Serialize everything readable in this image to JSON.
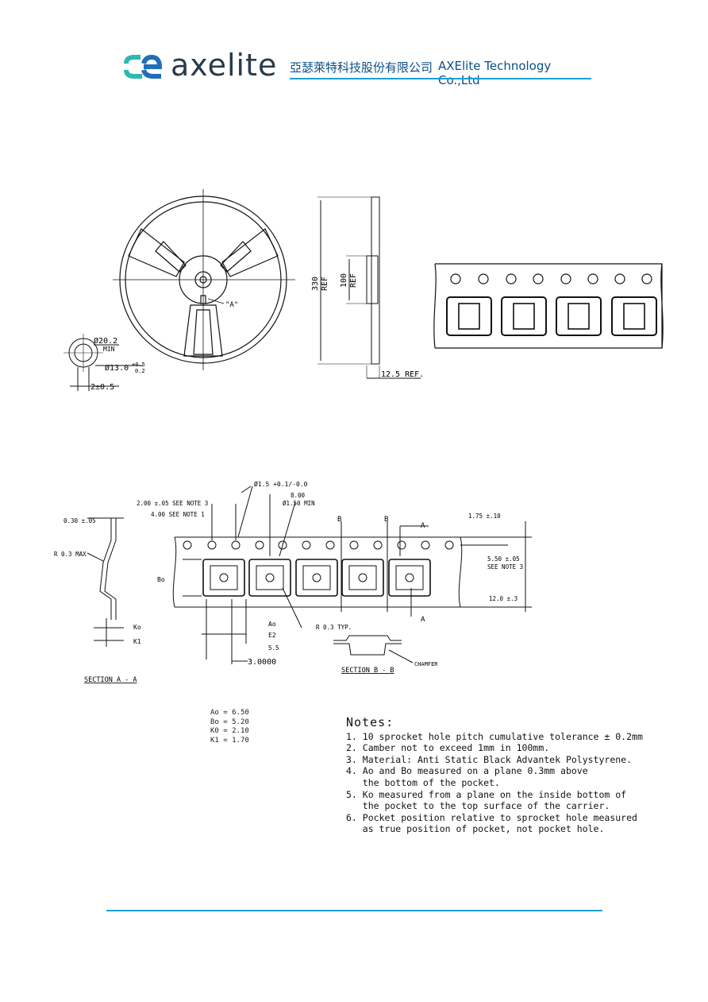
{
  "header": {
    "logo_text": "axelite",
    "company_cn": "亞瑟萊特科技股份有限公司",
    "company_en": "AXElite Technology Co.,Ltd"
  },
  "reel": {
    "dia_hub": "Ø20.2",
    "hub_min": "MIN",
    "dia_arbor": "Ø13.0",
    "arbor_tol_plus": "+0.5",
    "arbor_tol_minus": "0.2",
    "key": "2±0.5",
    "detail_a": "\"A\"",
    "outer_dia": "330",
    "outer_ref": "REF",
    "hub_dia": "100",
    "hub_ref": "REF",
    "width": "12.5  REF."
  },
  "tape": {
    "pitch_label": "2.00 ±.05 SEE NOTE 3",
    "sprocket_pitch": "4.00 SEE NOTE 1",
    "hole_dia": "Ø1.5 +0.1/-0.0",
    "pocket_pitch": "8.00",
    "pocket_hole": "Ø1.50 MIN",
    "thickness": "0.30 ±.05",
    "radius_max": "R 0.3 MAX",
    "bo": "Bo",
    "ko": "Ko",
    "k1": "K1",
    "ao": "Ao",
    "e2": "E2",
    "r_typ": "R 0.3 TYP.",
    "dim_55": "5.5",
    "dim_3": "3.0000",
    "edge": "1.75 ±.10",
    "track": "5.50 ±.05",
    "see_note3": "SEE NOTE 3",
    "width": "12.0 ±.3",
    "sec_a": "A",
    "sec_b": "B",
    "section_aa": "SECTION A - A",
    "section_bb": "SECTION B - B",
    "chamfer": "CHAMFER"
  },
  "dims": [
    {
      "name": "Ao =",
      "value": "6.50"
    },
    {
      "name": "Bo =",
      "value": "5.20"
    },
    {
      "name": "K0 =",
      "value": "2.10"
    },
    {
      "name": "K1 =",
      "value": "1.70"
    }
  ],
  "notes": {
    "title": "Notes:",
    "lines": [
      "1. 10 sprocket hole pitch cumulative tolerance ± 0.2mm",
      "2. Camber not to exceed 1mm in 100mm.",
      "3. Material: Anti Static Black Advantek Polystyrene.",
      "4. Ao and Bo measured on a plane 0.3mm above",
      "   the bottom of the pocket.",
      "5. Ko measured from a plane on the inside bottom of",
      "   the pocket to the top surface of the carrier.",
      "6. Pocket position relative to sprocket hole measured",
      "   as true position of pocket, not pocket hole."
    ]
  }
}
